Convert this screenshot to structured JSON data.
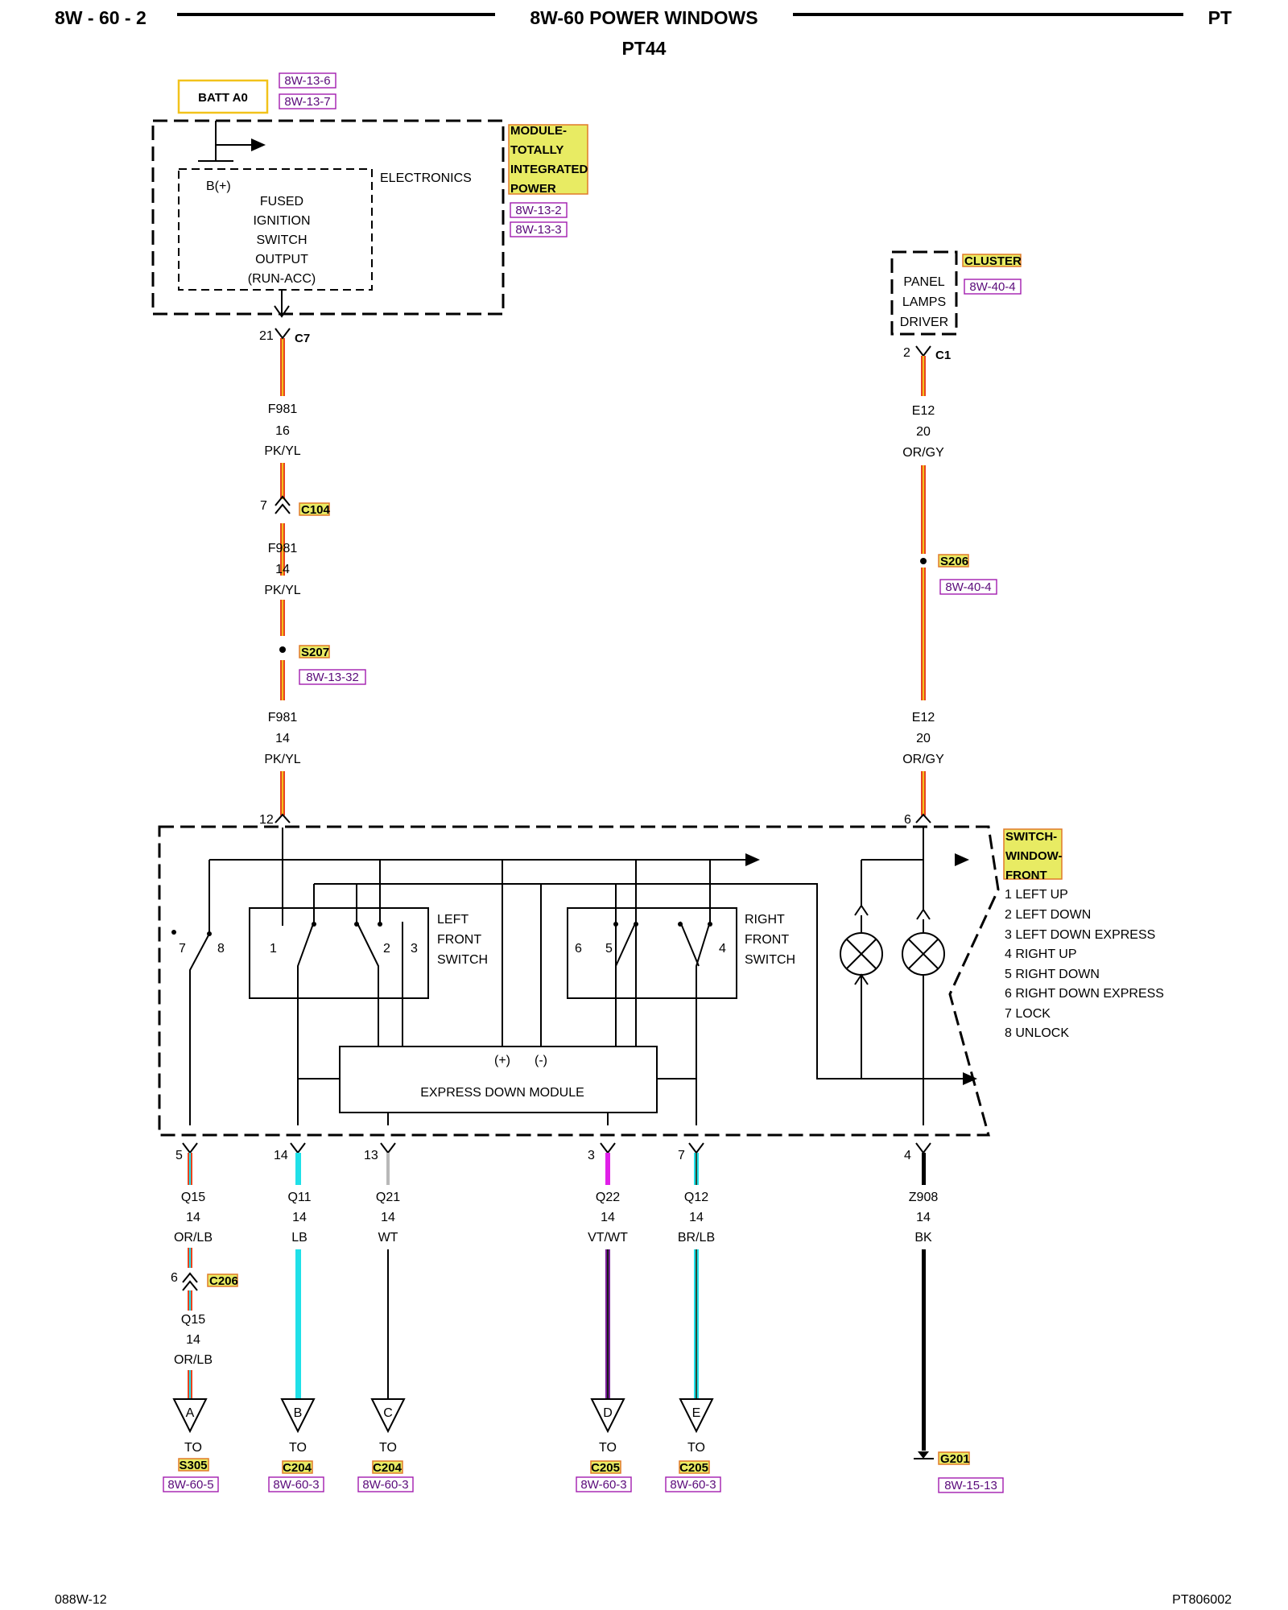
{
  "header": {
    "page_code": "8W - 60 - 2",
    "title": "8W-60 POWER WINDOWS",
    "subtitle": "PT44",
    "model": "PT"
  },
  "footer": {
    "left": "088W-12",
    "right": "PT806002"
  },
  "batt": {
    "label": "BATT A0",
    "refs": [
      "8W-13-6",
      "8W-13-7"
    ]
  },
  "tipm": {
    "title_lines": [
      "MODULE-",
      "TOTALLY",
      "INTEGRATED",
      "POWER"
    ],
    "refs": [
      "8W-13-2",
      "8W-13-3"
    ],
    "electronics": "ELECTRONICS",
    "bplus": "B(+)",
    "inner_lines": [
      "FUSED",
      "IGNITION",
      "SWITCH",
      "OUTPUT",
      "(RUN-ACC)"
    ],
    "pin": "21",
    "connector": "C7"
  },
  "left_circuit": {
    "seg1": [
      "F981",
      "16",
      "PK/YL"
    ],
    "c104_pin": "7",
    "c104": "C104",
    "seg2": [
      "F981",
      "14",
      "PK/YL"
    ],
    "s207": "S207",
    "s207_ref": "8W-13-32",
    "seg3": [
      "F981",
      "14",
      "PK/YL"
    ],
    "switch_pin": "12"
  },
  "cluster": {
    "title": "CLUSTER",
    "ref": "8W-40-4",
    "inner_lines": [
      "PANEL",
      "LAMPS",
      "DRIVER"
    ],
    "pin": "2",
    "connector": "C1",
    "seg1": [
      "E12",
      "20",
      "OR/GY"
    ],
    "s206": "S206",
    "s206_ref": "8W-40-4",
    "seg2": [
      "E12",
      "20",
      "OR/GY"
    ],
    "switch_pin": "6"
  },
  "switch": {
    "title_lines": [
      "SWITCH-",
      "WINDOW-",
      "FRONT"
    ],
    "legend": [
      "1 LEFT UP",
      "2 LEFT DOWN",
      "3 LEFT DOWN EXPRESS",
      "4 RIGHT UP",
      "5 RIGHT DOWN",
      "6 RIGHT DOWN EXPRESS",
      "7 LOCK",
      "8 UNLOCK"
    ],
    "left_switch": [
      "LEFT",
      "FRONT",
      "SWITCH"
    ],
    "right_switch": [
      "RIGHT",
      "FRONT",
      "SWITCH"
    ],
    "express_module": "EXPRESS DOWN MODULE",
    "plus": "(+)",
    "minus": "(-)",
    "contact_numbers": {
      "n7": "7",
      "n8": "8",
      "n1": "1",
      "n2": "2",
      "n3": "3",
      "n6": "6",
      "n5": "5",
      "n4": "4"
    }
  },
  "outputs": [
    {
      "pin": "5",
      "circuit": "Q15",
      "gauge": "14",
      "color": "OR/LB",
      "letter": "A",
      "to": "TO",
      "conn": "S305",
      "ref": "8W-60-5"
    },
    {
      "pin": "14",
      "circuit": "Q11",
      "gauge": "14",
      "color": "LB",
      "letter": "B",
      "to": "TO",
      "conn": "C204",
      "ref": "8W-60-3"
    },
    {
      "pin": "13",
      "circuit": "Q21",
      "gauge": "14",
      "color": "WT",
      "letter": "C",
      "to": "TO",
      "conn": "C204",
      "ref": "8W-60-3"
    },
    {
      "pin": "3",
      "circuit": "Q22",
      "gauge": "14",
      "color": "VT/WT",
      "letter": "D",
      "to": "TO",
      "conn": "C205",
      "ref": "8W-60-3"
    },
    {
      "pin": "7",
      "circuit": "Q12",
      "gauge": "14",
      "color": "BR/LB",
      "letter": "E",
      "to": "TO",
      "conn": "C205",
      "ref": "8W-60-3"
    }
  ],
  "c206": {
    "pin": "6",
    "name": "C206",
    "seg": [
      "Q15",
      "14",
      "OR/LB"
    ]
  },
  "ground": {
    "pin": "4",
    "circuit": "Z908",
    "gauge": "14",
    "color": "BK",
    "name": "G201",
    "ref": "8W-15-13"
  },
  "wire_colors": {
    "pk_yl_1": "#f2c21b",
    "pk_yl_2": "#e8431f",
    "or_gy": "#e8431f",
    "lb": "#1fe0e8",
    "wt": "#b8b8b8",
    "vt": "#7a1f9a",
    "br": "#2a6a5a",
    "bk": "#000000"
  }
}
